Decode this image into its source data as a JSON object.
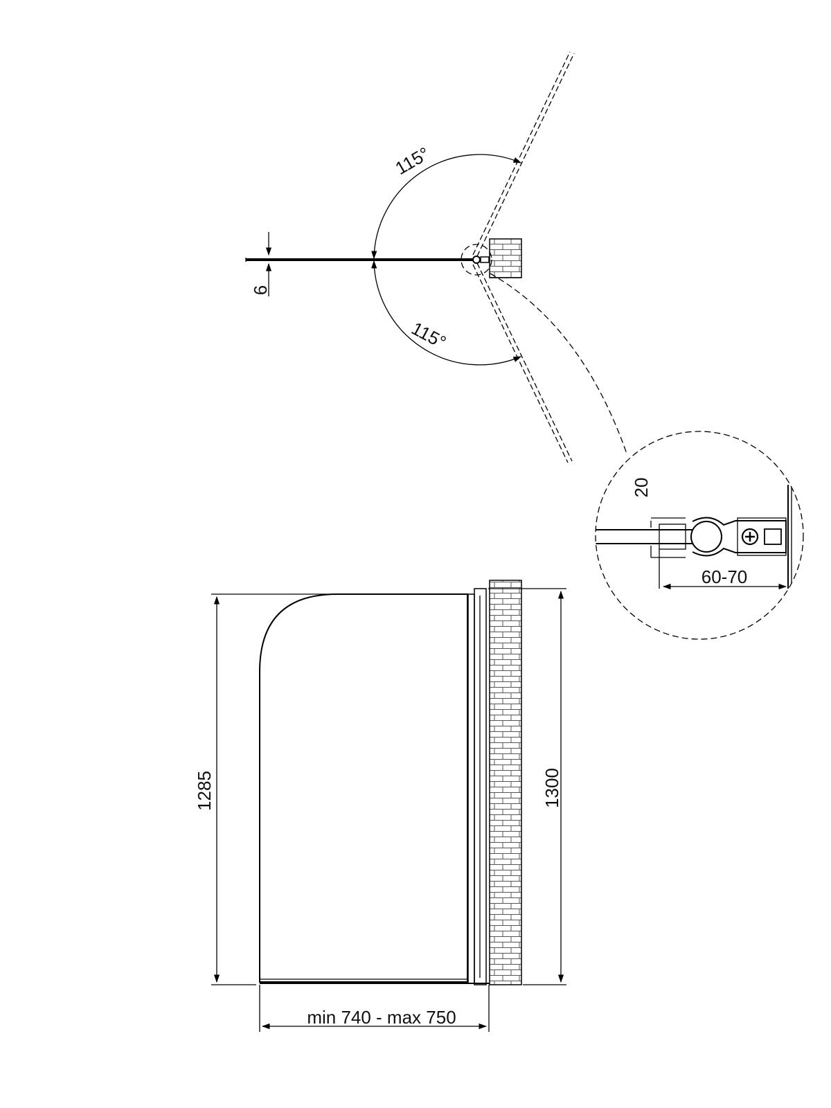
{
  "labels": {
    "thickness": "6",
    "angle_upper": "115°",
    "angle_lower": "115°",
    "detail_height": "20",
    "detail_offset": "60-70",
    "panel_height_left": "1285",
    "panel_height_right": "1300",
    "panel_width": "min 740 - max 750"
  }
}
